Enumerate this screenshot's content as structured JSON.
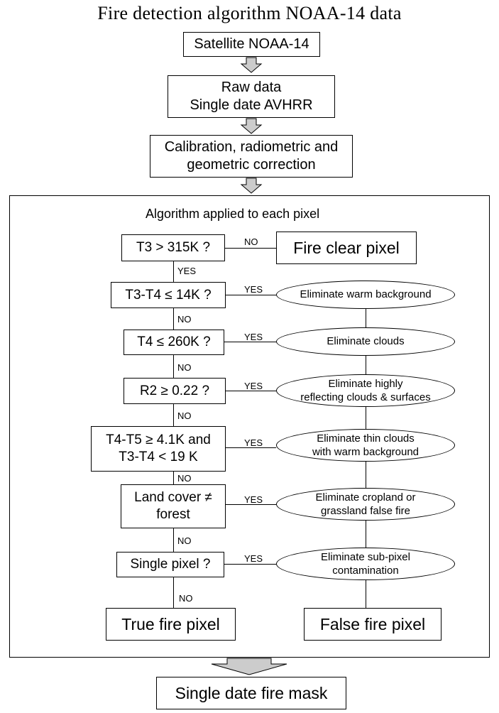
{
  "title": "Fire detection algorithm NOAA-14 data",
  "top_boxes": {
    "satellite": "Satellite NOAA-14",
    "raw_data": "Raw data\nSingle date AVHRR",
    "calibration": "Calibration, radiometric and\ngeometric correction"
  },
  "panel_title": "Algorithm applied to each pixel",
  "tests": {
    "t3": "T3 > 315K ?",
    "t3t4": "T3-T4 ≤ 14K ?",
    "t4": "T4 ≤ 260K ?",
    "r2": "R2 ≥ 0.22 ?",
    "t4t5": "T4-T5 ≥ 4.1K and\nT3-T4 < 19 K",
    "landcover": "Land cover ≠\nforest",
    "single": "Single pixel ?"
  },
  "outcomes": {
    "fire_clear": "Fire clear pixel",
    "warm_background": "Eliminate warm background",
    "clouds": "Eliminate clouds",
    "highly_reflecting": "Eliminate highly\nreflecting clouds & surfaces",
    "thin_clouds": "Eliminate thin clouds\nwith warm background",
    "cropland": "Eliminate cropland or\ngrassland false fire",
    "subpixel": "Eliminate sub-pixel\ncontamination",
    "true_fire": "True fire pixel",
    "false_fire": "False fire pixel"
  },
  "labels": {
    "no": "NO",
    "yes": "YES"
  },
  "final": "Single date fire mask",
  "colors": {
    "arrow_fill": "#cccccc",
    "line": "#000000"
  }
}
